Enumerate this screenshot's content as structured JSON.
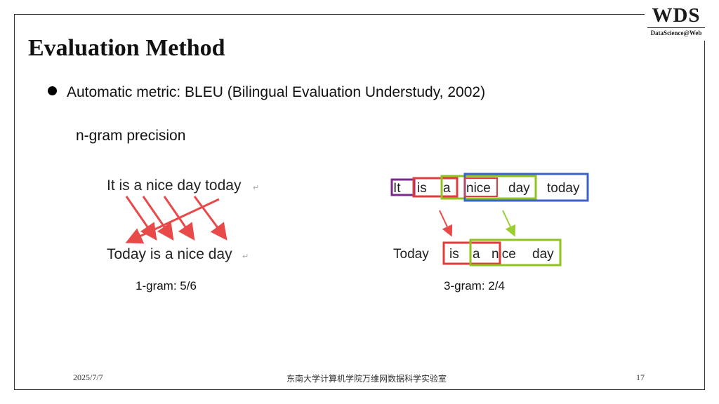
{
  "slide": {
    "title": "Evaluation Method",
    "bullet": "Automatic metric: BLEU (Bilingual Evaluation Understudy, 2002)",
    "subheading": "n-gram precision"
  },
  "logo": {
    "main": "WDS",
    "sub": "DataScience@Web"
  },
  "figure1": {
    "candidate": "It is a nice day today",
    "reference": "Today is a nice day",
    "caption": "1-gram: 5/6"
  },
  "figure2": {
    "candidate_words": [
      "It",
      "is",
      "a",
      "nice",
      "day",
      "today"
    ],
    "reference_words": [
      "Today",
      "is",
      "a",
      "nice",
      "day"
    ],
    "caption": "3-gram: 2/4"
  },
  "footer": {
    "date": "2025/7/7",
    "org": "东南大学计算机学院万维网数据科学实验室",
    "page": "17"
  },
  "colors": {
    "arrow_red": "#e84a4a",
    "arrow_green": "#9acd32",
    "box_purple": "#7b2a8c",
    "box_red": "#e33b3b",
    "box_green": "#8fc31f",
    "box_blue": "#3a62c9"
  }
}
